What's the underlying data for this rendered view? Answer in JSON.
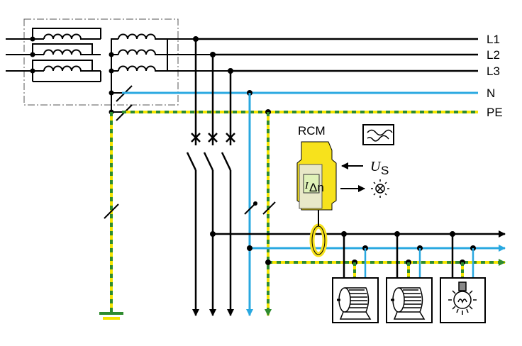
{
  "conductors": [
    {
      "label": "L1",
      "color": "#000000"
    },
    {
      "label": "L2",
      "color": "#000000"
    },
    {
      "label": "L3",
      "color": "#000000"
    },
    {
      "label": "N",
      "color": "#29a8e0"
    },
    {
      "label": "PE",
      "color_a": "#2e8b2e",
      "color_b": "#f5e400"
    }
  ],
  "device": {
    "name": "RCM",
    "body_color": "#f7e21c",
    "measurement_symbol": "I",
    "measurement_subscript": "Δn",
    "supply_symbol": "U",
    "supply_subscript": "S",
    "signal_icon": "waveform-icon",
    "alarm_icon": "lamp-indicator-icon"
  },
  "loads": [
    {
      "icon": "motor-icon"
    },
    {
      "icon": "motor-icon"
    },
    {
      "icon": "light-bulb-icon"
    }
  ]
}
